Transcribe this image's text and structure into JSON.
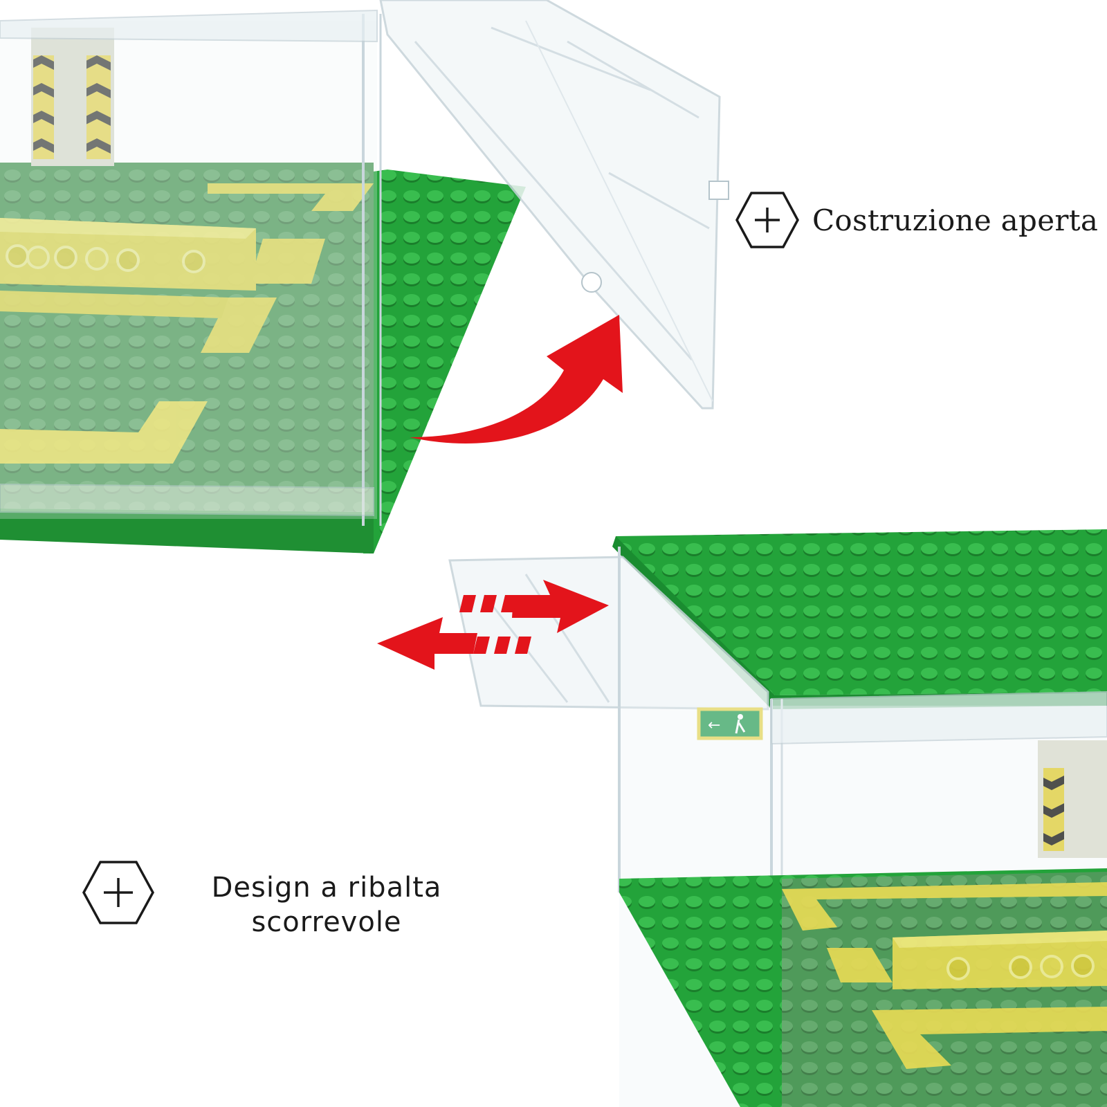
{
  "callouts": {
    "open_construction": {
      "label": "Costruzione aperta",
      "icon": "plus-hexagon-icon"
    },
    "sliding_flip": {
      "line1": "Design a ribalta",
      "line2": "scorrevole",
      "icon": "plus-hexagon-icon"
    }
  },
  "illustration": {
    "top_case": "display case with top lid flipped open",
    "bottom_case": "display case with lid sliding sideways",
    "flip_arrow_icon": "curved-red-arrow-icon",
    "slide_arrows_icon": "double-red-arrow-icon",
    "exit_sign_icon": "emergency-exit-sign-icon"
  },
  "colors": {
    "baseplate_green": "#23a33a",
    "baseplate_green_dark": "#1a7e2b",
    "yellow_tile": "#f2e34a",
    "arrow_red": "#e3141b",
    "acrylic": "#dfe9ee",
    "text": "#1a1a1a"
  }
}
